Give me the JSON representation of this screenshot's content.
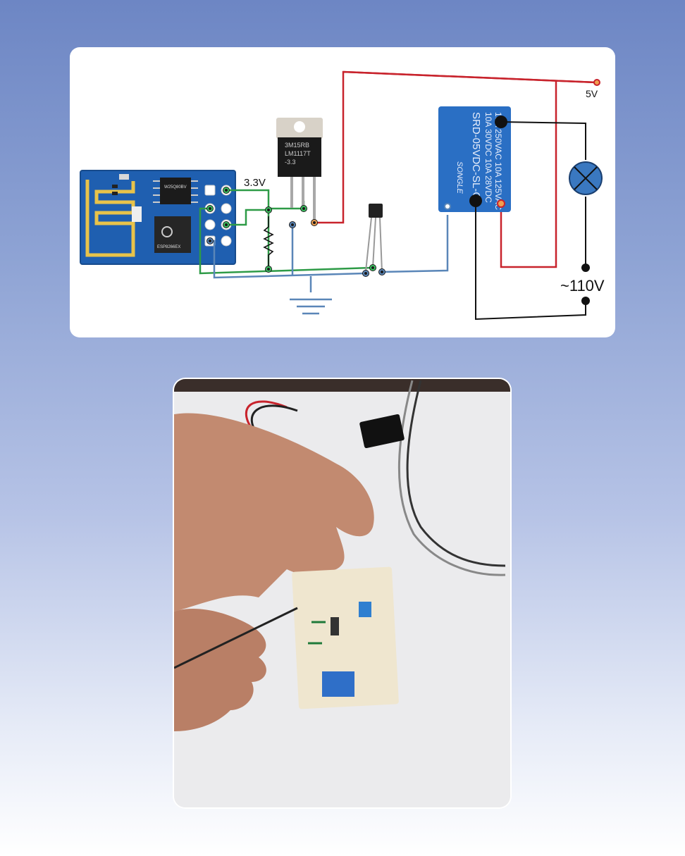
{
  "diagram": {
    "labels": {
      "v33": "3.3V",
      "v5": "5V",
      "vac": "~110V"
    },
    "regulator": {
      "line1": "3M15RB",
      "line2": "LM1117T",
      "line3": "-3.3"
    },
    "relay": {
      "line1": "10A 250VAC  10A 125VAC",
      "line2": "10A 30VDC  10A 28VDC",
      "line3": "SRD-05VDC-SL-C",
      "brand": "SONGLE"
    },
    "esp_chip": {
      "line1": "W25Q80BV",
      "line2": "ESP8266EX"
    },
    "colors": {
      "red_wire": "#c8232c",
      "green_wire": "#2e9b47",
      "blue_wire": "#5a86b8",
      "black_wire": "#111111",
      "pcb": "#1f5fb0",
      "relay_body": "#2a6fc4",
      "lamp": "#3a78c0"
    }
  },
  "photo": {
    "description_icon": "breadboard-photo"
  }
}
